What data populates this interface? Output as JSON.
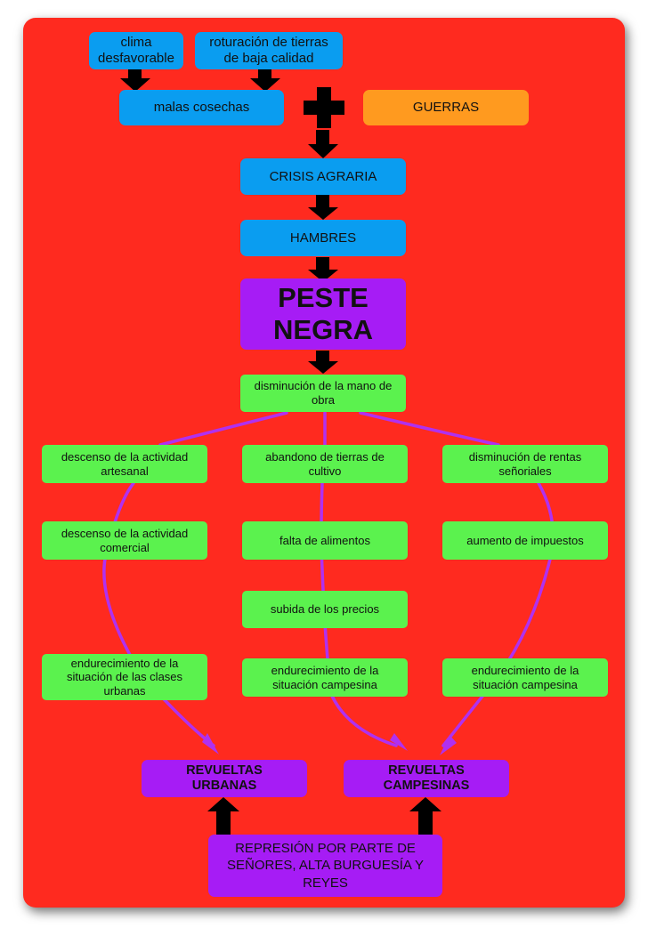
{
  "colors": {
    "background": "#ff2a1f",
    "cause": "#0a9df0",
    "war": "#ff9a1f",
    "plague": "#a61cf5",
    "consequence": "#5bf24e",
    "connector": "#b030f0",
    "arrow": "#000000"
  },
  "icons": {
    "plus": "plus-icon",
    "arrow": "arrow-down-icon"
  },
  "nodes": {
    "clima": "clima desfavorable",
    "roturacion": "roturación de tierras de baja calidad",
    "malas_cosechas": "malas cosechas",
    "guerras": "GUERRAS",
    "crisis_agraria": "CRISIS AGRARIA",
    "hambres": "HAMBRES",
    "peste_negra": "PESTE NEGRA",
    "disminucion_mano_obra": "disminución de la mano de obra",
    "descenso_artesanal": "descenso de la actividad artesanal",
    "abandono_tierras": "abandono de tierras de cultivo",
    "disminucion_rentas": "disminución de rentas señoriales",
    "descenso_comercial": "descenso de la actividad comercial",
    "falta_alimentos": "falta de alimentos",
    "aumento_impuestos": "aumento de impuestos",
    "subida_precios": "subida de los precios",
    "endurecimiento_urbanas": "endurecimiento de la situación de las clases urbanas",
    "endurecimiento_campesina_1": "endurecimiento de la situación campesina",
    "endurecimiento_campesina_2": "endurecimiento de la situación campesina",
    "revueltas_urbanas": "REVUELTAS URBANAS",
    "revueltas_campesinas": "REVUELTAS CAMPESINAS",
    "represion": "REPRESIÓN POR PARTE DE SEÑORES, ALTA BURGUESÍA Y REYES"
  }
}
